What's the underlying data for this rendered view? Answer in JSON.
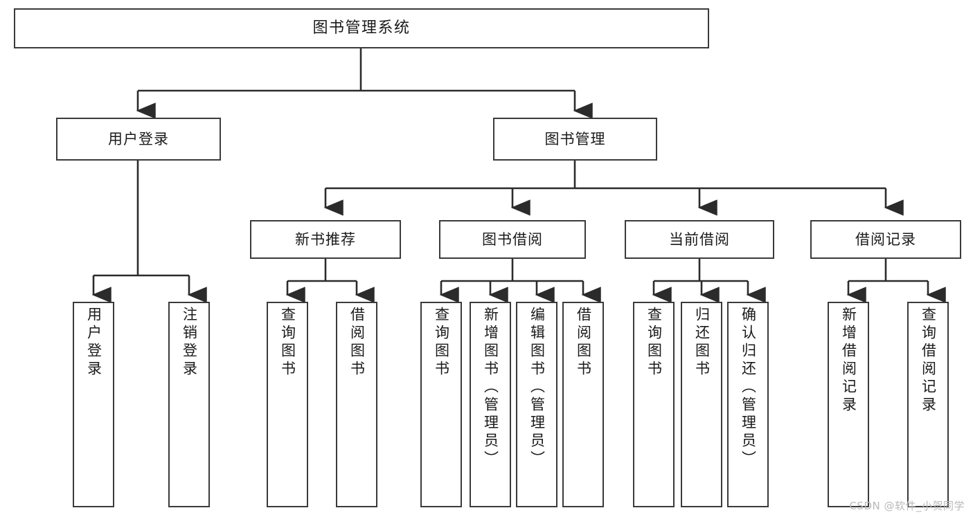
{
  "diagram": {
    "title": "图书管理系统",
    "type": "tree",
    "watermark": "CSDN @软件_小贺同学",
    "colors": {
      "box_border": "#3a3a3a",
      "box_fill": "#ffffff",
      "connector": "#2b2b2b",
      "text": "#1a1a1a",
      "watermark": "#b9b9b9",
      "background": "#ffffff"
    },
    "root": {
      "label": "图书管理系统"
    },
    "level2": [
      {
        "label": "用户登录"
      },
      {
        "label": "图书管理"
      }
    ],
    "level3": [
      {
        "label": "新书推荐"
      },
      {
        "label": "图书借阅"
      },
      {
        "label": "当前借阅"
      },
      {
        "label": "借阅记录"
      }
    ],
    "leaves": {
      "user_login": [
        {
          "label": "用户登录"
        },
        {
          "label": "注销登录"
        }
      ],
      "new_book_recommend": [
        {
          "label": "查询图书"
        },
        {
          "label": "借阅图书"
        }
      ],
      "book_borrow": [
        {
          "label": "查询图书"
        },
        {
          "label": "新增图书（管理员）"
        },
        {
          "label": "编辑图书（管理员）"
        },
        {
          "label": "借阅图书"
        }
      ],
      "current_borrow": [
        {
          "label": "查询图书"
        },
        {
          "label": "归还图书"
        },
        {
          "label": "确认归还（管理员）"
        }
      ],
      "borrow_record": [
        {
          "label": "新增借阅记录"
        },
        {
          "label": "查询借阅记录"
        }
      ]
    }
  }
}
